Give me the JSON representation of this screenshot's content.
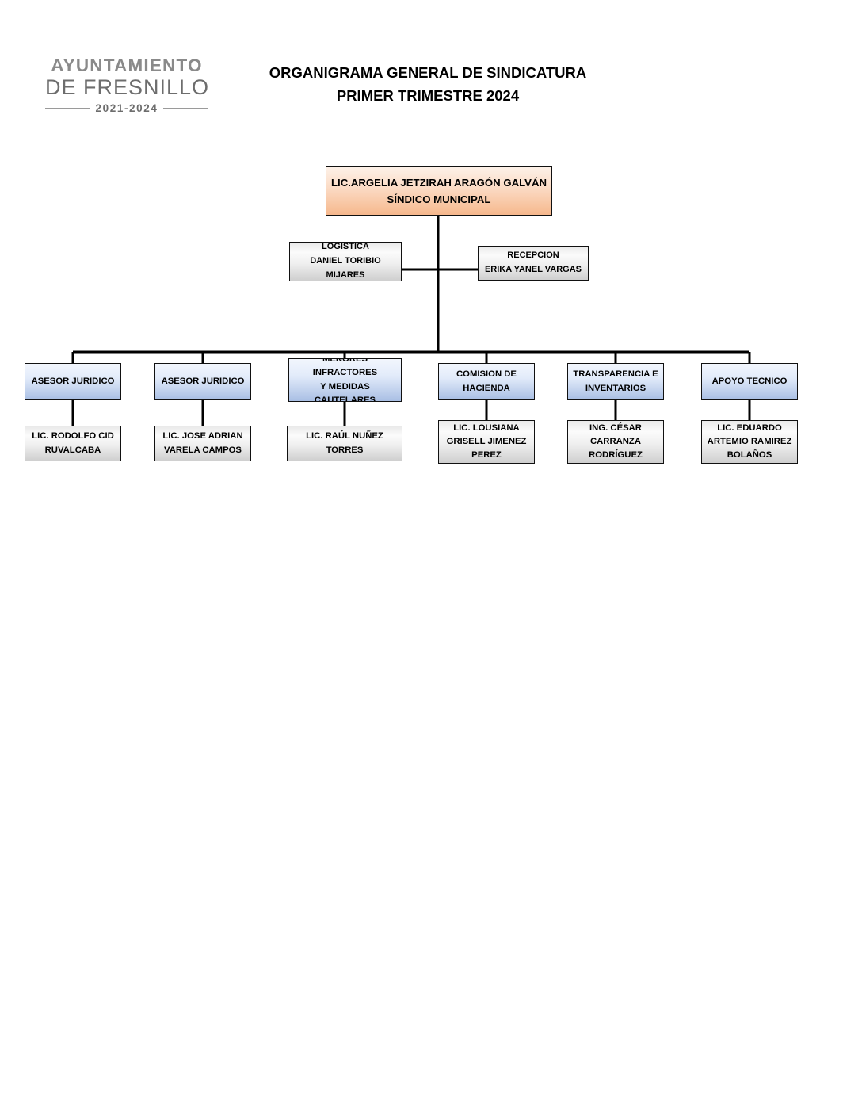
{
  "logo": {
    "line1": "AYUNTAMIENTO",
    "line2": "DE FRESNILLO",
    "years": "2021-2024"
  },
  "title": {
    "line1": "ORGANIGRAMA GENERAL DE SINDICATURA",
    "line2": "PRIMER TRIMESTRE 2024"
  },
  "colors": {
    "root_fill_top": "#fdf1e8",
    "root_fill_bottom": "#f6b88d",
    "unit_fill_top": "#f2f6fd",
    "unit_fill_bottom": "#a9bfe4",
    "person_fill_top": "#fbfbfb",
    "person_fill_bottom": "#cfcfcf",
    "border": "#111111",
    "connector": "#000000"
  },
  "org": {
    "root": {
      "title": "LIC.ARGELIA JETZIRAH ARAGÓN GALVÁN",
      "role": "SÍNDICO MUNICIPAL",
      "text": "LIC.ARGELIA JETZIRAH ARAGÓN GALVÁN\nSÍNDICO MUNICIPAL"
    },
    "staff": [
      {
        "unit": "LOGISTICA",
        "person": "DANIEL TORIBIO MIJARES",
        "text": "LOGISTICA\nDANIEL TORIBIO\nMIJARES",
        "side": "left"
      },
      {
        "unit": "RECEPCION",
        "person": "ERIKA YANEL VARGAS",
        "text": "RECEPCION\nERIKA YANEL VARGAS",
        "side": "right"
      }
    ],
    "departments": [
      {
        "unit": "ASESOR JURIDICO",
        "unit_text": "ASESOR JURIDICO",
        "person": "LIC. RODOLFO CID RUVALCABA",
        "person_text": "LIC. RODOLFO CID\nRUVALCABA"
      },
      {
        "unit": "ASESOR JURIDICO",
        "unit_text": "ASESOR JURIDICO",
        "person": "LIC. JOSE ADRIAN VARELA CAMPOS",
        "person_text": "LIC. JOSE ADRIAN\nVARELA CAMPOS"
      },
      {
        "unit": "MENORES INFRACTORES Y MEDIDAS CAUTELARES",
        "unit_text": "MENORES INFRACTORES\nY MEDIDAS\nCAUTELARES",
        "person": "LIC. RAÚL NUÑEZ TORRES",
        "person_text": "LIC. RAÚL NUÑEZ\nTORRES"
      },
      {
        "unit": "COMISION DE HACIENDA",
        "unit_text": "COMISION DE\nHACIENDA",
        "person": "LIC. LOUSIANA GRISELL JIMENEZ PEREZ",
        "person_text": "LIC. LOUSIANA\nGRISELL JIMENEZ\nPEREZ"
      },
      {
        "unit": "TRANSPARENCIA E INVENTARIOS",
        "unit_text": "TRANSPARENCIA E\nINVENTARIOS",
        "person": "ING. CÉSAR CARRANZA RODRÍGUEZ",
        "person_text": "ING. CÉSAR\nCARRANZA\nRODRÍGUEZ"
      },
      {
        "unit": "APOYO TECNICO",
        "unit_text": "APOYO TECNICO",
        "person": "LIC. EDUARDO ARTEMIO RAMIREZ BOLAÑOS",
        "person_text": "LIC. EDUARDO\nARTEMIO RAMIREZ\nBOLAÑOS"
      }
    ]
  }
}
